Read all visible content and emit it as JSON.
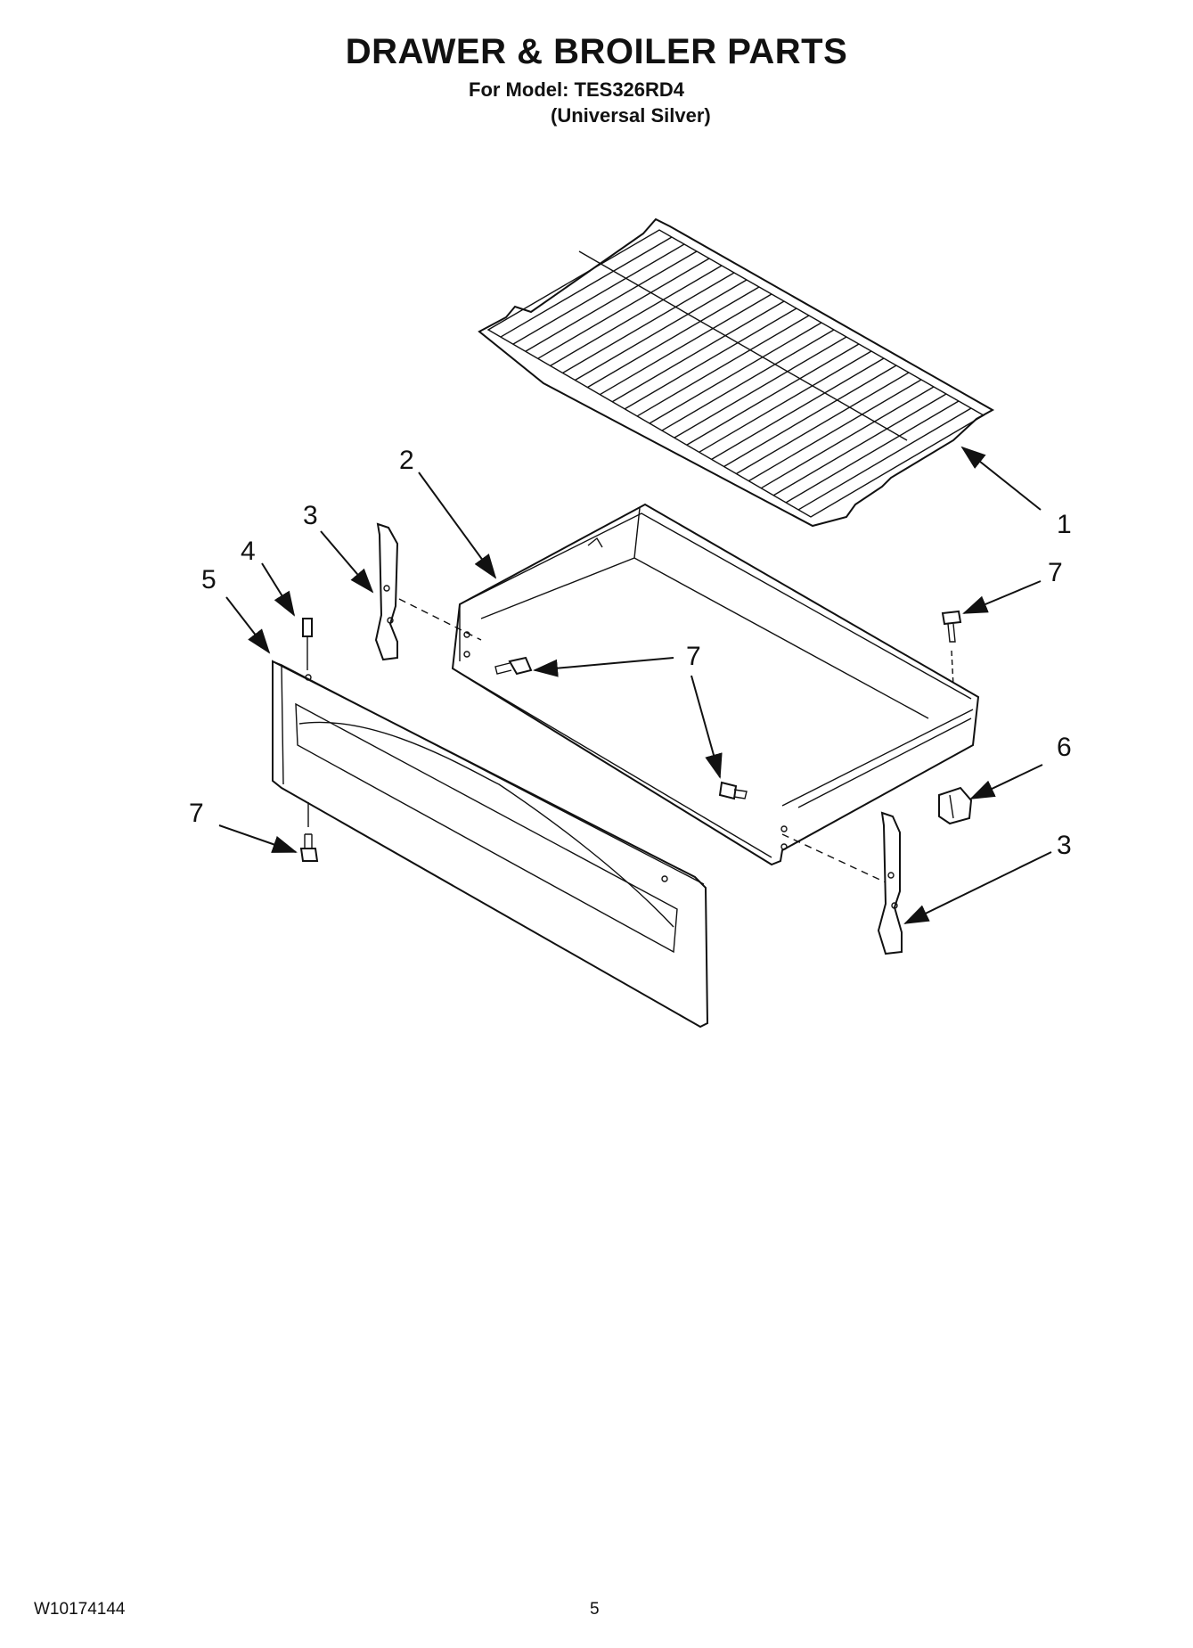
{
  "header": {
    "title": "DRAWER & BROILER PARTS",
    "model_line": "For Model: TES326RD4",
    "color_line": "(Universal Silver)"
  },
  "callouts": {
    "c1": "1",
    "c2": "2",
    "c3a": "3",
    "c3b": "3",
    "c4": "4",
    "c5": "5",
    "c6": "6",
    "c7a": "7",
    "c7b": "7",
    "c7c": "7",
    "c7d": "7"
  },
  "footer": {
    "doc_number": "W10174144",
    "page_number": "5"
  }
}
